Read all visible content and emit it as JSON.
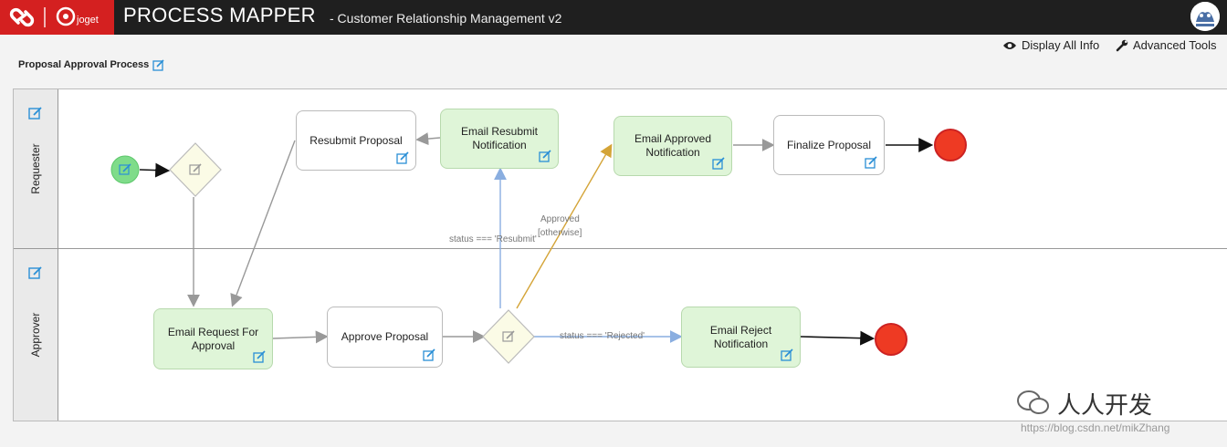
{
  "header": {
    "title": "PROCESS MAPPER",
    "subtitle": "- Customer Relationship Management v2",
    "logo_text": "joget"
  },
  "toolbar": {
    "display_all_info": "Display All Info",
    "advanced_tools": "Advanced Tools"
  },
  "process": {
    "name": "Proposal Approval Process"
  },
  "lanes": [
    {
      "name": "Requester"
    },
    {
      "name": "Approver"
    }
  ],
  "nodes": {
    "resubmit_proposal": "Resubmit Proposal",
    "email_resubmit_notification": "Email Resubmit Notification",
    "email_approved_notification": "Email Approved Notification",
    "finalize_proposal": "Finalize Proposal",
    "email_request_for_approval": "Email Request For Approval",
    "approve_proposal": "Approve Proposal",
    "email_reject_notification": "Email Reject Notification"
  },
  "edges": {
    "resubmit_condition": "status === 'Resubmit'",
    "approved_label": "Approved",
    "otherwise_label": "[otherwise]",
    "rejected_condition": "status === 'Rejected'"
  },
  "watermark": {
    "text": "人人开发",
    "url": "https://blog.csdn.net/mikZhang"
  },
  "colors": {
    "header_bg": "#1f1f1f",
    "logo_red": "#d42020",
    "tool_node": "#dff5d8",
    "end_event": "#ee3a23",
    "start_event": "#7fdc8a",
    "edit_icon": "#2a8fd6"
  }
}
